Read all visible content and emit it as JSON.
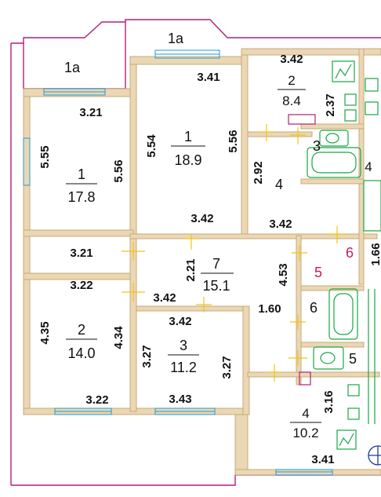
{
  "colors": {
    "wall": "#c9a978",
    "wall_fill": "#ead7b4",
    "outline": "#b0207a",
    "window": "#1e9bd6",
    "fixture": "#16a844",
    "door": "#f0c419",
    "text": "#111111",
    "red_text": "#c0205a"
  },
  "loggia": {
    "left": "1a",
    "center": "1a"
  },
  "rooms": {
    "left_top": {
      "num": "1",
      "area": "17.8",
      "w_top": "3.21",
      "w_bottom": "3.21",
      "h_left": "5.55",
      "h_right": "5.56"
    },
    "center_top": {
      "num": "1",
      "area": "18.9",
      "w_top": "3.41",
      "w_bottom": "3.42",
      "h_left": "5.54",
      "h_right": "5.56"
    },
    "kitchen_tr": {
      "num": "2",
      "area": "8.4",
      "w_top": "3.42",
      "h_right": "2.37"
    },
    "bath_3": {
      "num": "3"
    },
    "hall_4": {
      "num": "4",
      "w_bottom": "3.42",
      "h_left": "2.92"
    },
    "small_4": {
      "num": "4"
    },
    "corridor_7": {
      "num": "7",
      "area": "15.1",
      "h_left": "2.21",
      "w_bottom": "3.42",
      "h_right": "4.53",
      "width_mid": "1.60"
    },
    "right_56": {
      "red_5": "5",
      "red_6": "6",
      "h_right": "1.66"
    },
    "left_bot": {
      "num": "2",
      "area": "14.0",
      "w_top": "3.22",
      "w_bottom": "3.22",
      "h_left": "4.35",
      "h_right": "4.34"
    },
    "center_bot": {
      "num": "3",
      "area": "11.2",
      "w_top": "3.42",
      "w_bottom": "3.43",
      "h_left": "3.27",
      "h_right": "3.27"
    },
    "bath_6": {
      "num": "6"
    },
    "wc_5": {
      "num": "5"
    },
    "kitchen_br": {
      "num": "4",
      "area": "10.2",
      "w_bottom": "3.41",
      "h_right": "3.16"
    }
  }
}
